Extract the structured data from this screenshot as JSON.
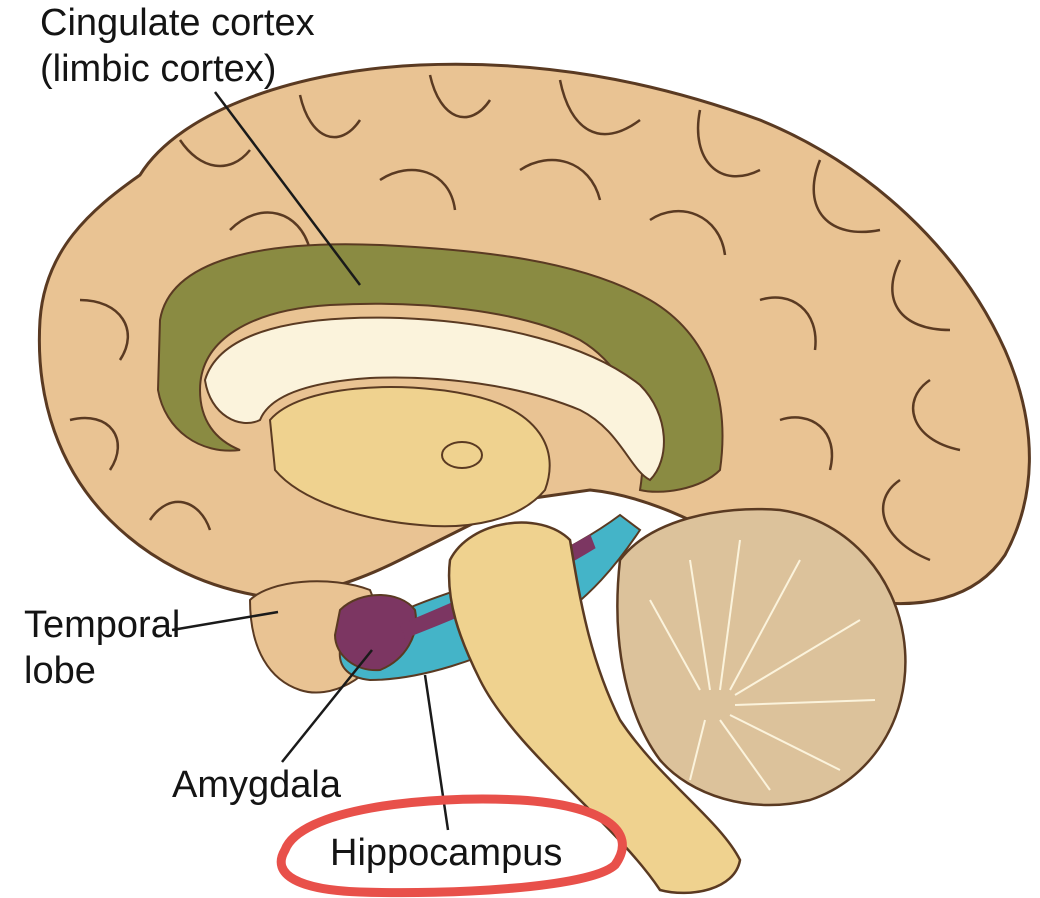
{
  "labels": {
    "cingulate_line1": "Cingulate cortex",
    "cingulate_line2": "(limbic cortex)",
    "temporal_line1": "Temporal",
    "temporal_line2": "lobe",
    "amygdala": "Amygdala",
    "hippocampus": "Hippocampus"
  },
  "colors": {
    "cortex": "#e9c393",
    "cortex_outline": "#5a3a22",
    "cingulate": "#8a8b42",
    "corpus_callosum": "#fbf3dc",
    "brainstem": "#efd28f",
    "cerebellum": "#dcc29b",
    "hippocampus": "#44b4c8",
    "amygdala": "#7c3662",
    "highlight_ring": "#e8504a",
    "leader": "#1a1a1a"
  }
}
